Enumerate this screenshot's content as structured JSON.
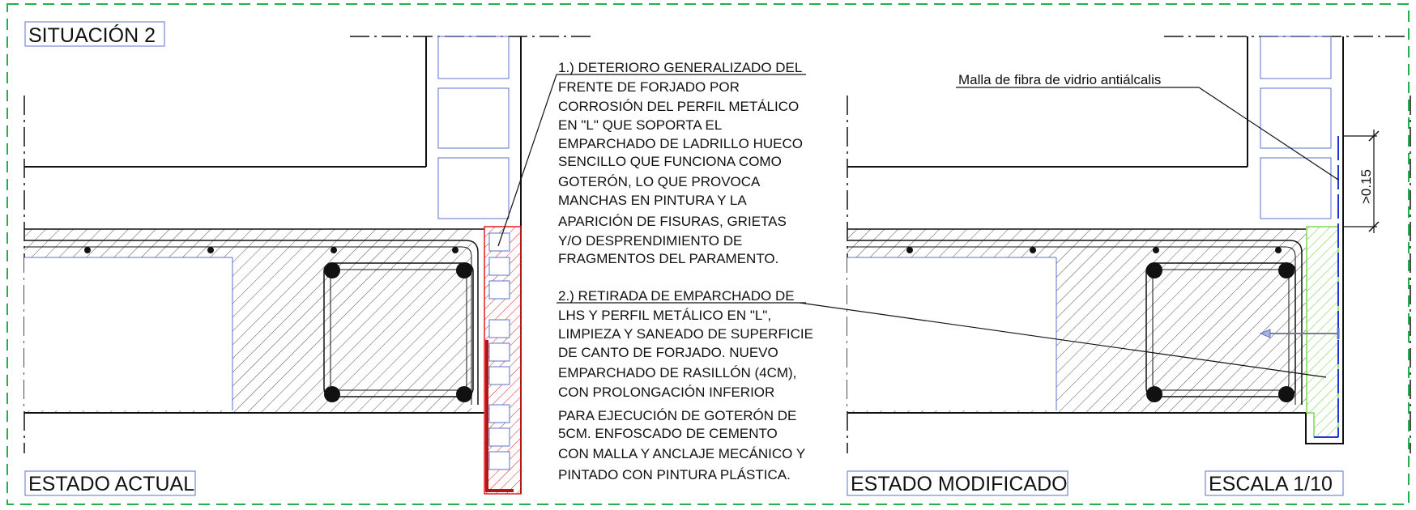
{
  "title": "SITUACIÓN 2",
  "labels": {
    "estado_actual": "ESTADO ACTUAL",
    "estado_modificado": "ESTADO MODIFICADO",
    "escala": "ESCALA 1/10",
    "malla": "Malla de fibra de vidrio antiálcalis",
    "dimension": ">0.15"
  },
  "note1": [
    "1.) DETERIORO GENERALIZADO DEL",
    "FRENTE DE FORJADO POR",
    "CORROSIÓN DEL PERFIL METÁLICO",
    "EN \"L\" QUE SOPORTA EL",
    "EMPARCHADO DE LADRILLO HUECO",
    "SENCILLO QUE FUNCIONA COMO",
    "GOTERÓN, LO QUE PROVOCA",
    "MANCHAS EN PINTURA Y LA",
    "APARICIÓN DE FISURAS, GRIETAS",
    "Y/O DESPRENDIMIENTO DE",
    "FRAGMENTOS DEL PARAMENTO."
  ],
  "note2": [
    "2.) RETIRADA DE EMPARCHADO DE",
    "LHS Y PERFIL METÁLICO EN \"L\",",
    "LIMPIEZA Y SANEADO DE SUPERFICIE",
    "DE CANTO DE FORJADO. NUEVO",
    "EMPARCHADO DE RASILLÓN (4CM),",
    "CON PROLONGACIÓN INFERIOR",
    "PARA EJECUCIÓN DE GOTERÓN DE",
    "5CM. ENFOSCADO DE CEMENTO",
    "CON MALLA Y ANCLAJE MECÁNICO Y",
    "PINTADO CON PINTURA PLÁSTICA."
  ],
  "colors": {
    "frame": "#22b14c",
    "line": "#111111",
    "blue": "#5b73c9",
    "red": "#e01e1e",
    "green": "#7fd957",
    "mesh": "#1f35d6"
  }
}
